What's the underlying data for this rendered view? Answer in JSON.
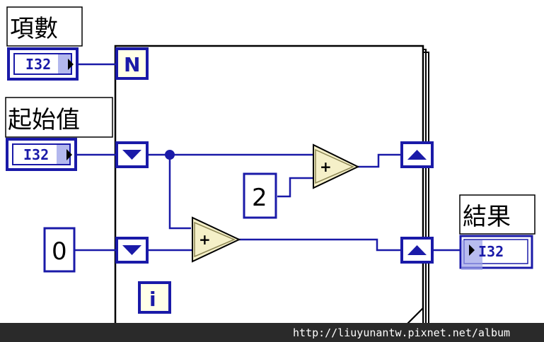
{
  "labels": {
    "items": "項數",
    "start": "起始值",
    "result": "結果"
  },
  "controls": {
    "items_type": "I32",
    "start_type": "I32",
    "result_type": "I32"
  },
  "constants": {
    "zero": "0",
    "two": "2"
  },
  "loop": {
    "count_terminal": "N",
    "iteration_terminal": "i"
  },
  "functions": {
    "add_symbol": "+"
  },
  "footer": {
    "url": "http://liuyunantw.pixnet.net/album"
  },
  "colors": {
    "wire": "#1a1aa8",
    "function_fill": "#f5f0c8",
    "terminal_fill": "#ffffe8",
    "footer_bg": "#2a2a2a"
  }
}
